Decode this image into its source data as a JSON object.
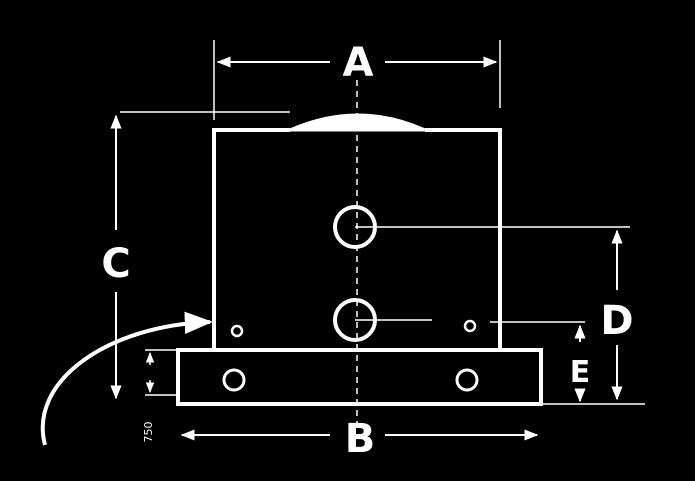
{
  "diagram": {
    "labels": {
      "a": "A",
      "b": "B",
      "c": "C",
      "d": "D",
      "e": "E",
      "small_dim": "750"
    },
    "colors": {
      "background": "#000000",
      "line": "#ffffff"
    }
  }
}
